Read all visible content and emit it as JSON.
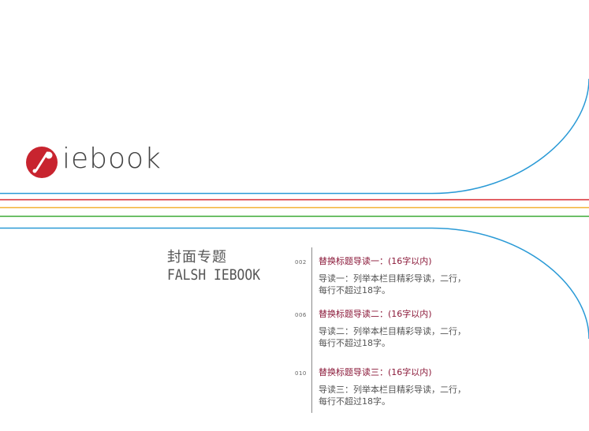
{
  "brand": {
    "logo_text": "iebook",
    "logo_color": "#c8242f",
    "text_color": "#444444"
  },
  "colors": {
    "blue_line": "#2a9ad6",
    "red_line": "#d7262e",
    "yellow_line": "#f2b233",
    "green_line": "#3aa935",
    "heading": "#8b1a3a",
    "body_text": "#555555"
  },
  "cover": {
    "title_cn": "封面专题",
    "title_en": "FALSH IEBOOK"
  },
  "toc": [
    {
      "number": "002",
      "heading": "替换标题导读一：(16字以内)",
      "line1": "导读一：列举本栏目精彩导读，二行，",
      "line2": "每行不超过18字。"
    },
    {
      "number": "006",
      "heading": "替换标题导读二：(16字以内)",
      "line1": "导读二：列举本栏目精彩导读，二行，",
      "line2": "每行不超过18字。"
    },
    {
      "number": "010",
      "heading": "替换标题导读三：(16字以内)",
      "line1": "导读三：列举本栏目精彩导读，二行，",
      "line2": "每行不超过18字。"
    }
  ]
}
